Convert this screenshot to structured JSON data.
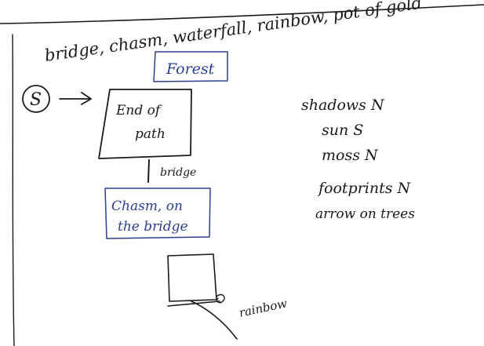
{
  "header_note": "bridge, chasm, waterfall, rainbow, pot of gold",
  "start_marker": "S",
  "nodes": {
    "forest": "Forest",
    "end_of_path_line1": "End of",
    "end_of_path_line2": "path",
    "chasm_line1": "Chasm, on",
    "chasm_line2": "the bridge"
  },
  "edge_label": "bridge",
  "bottom_label": "rainbow",
  "direction_list": [
    "shadows N",
    "sun S",
    "moss N",
    "footprints N",
    "arrow on trees"
  ],
  "colors": {
    "ink": "#1a1a1a",
    "blue_ink": "#2b3f8f"
  }
}
